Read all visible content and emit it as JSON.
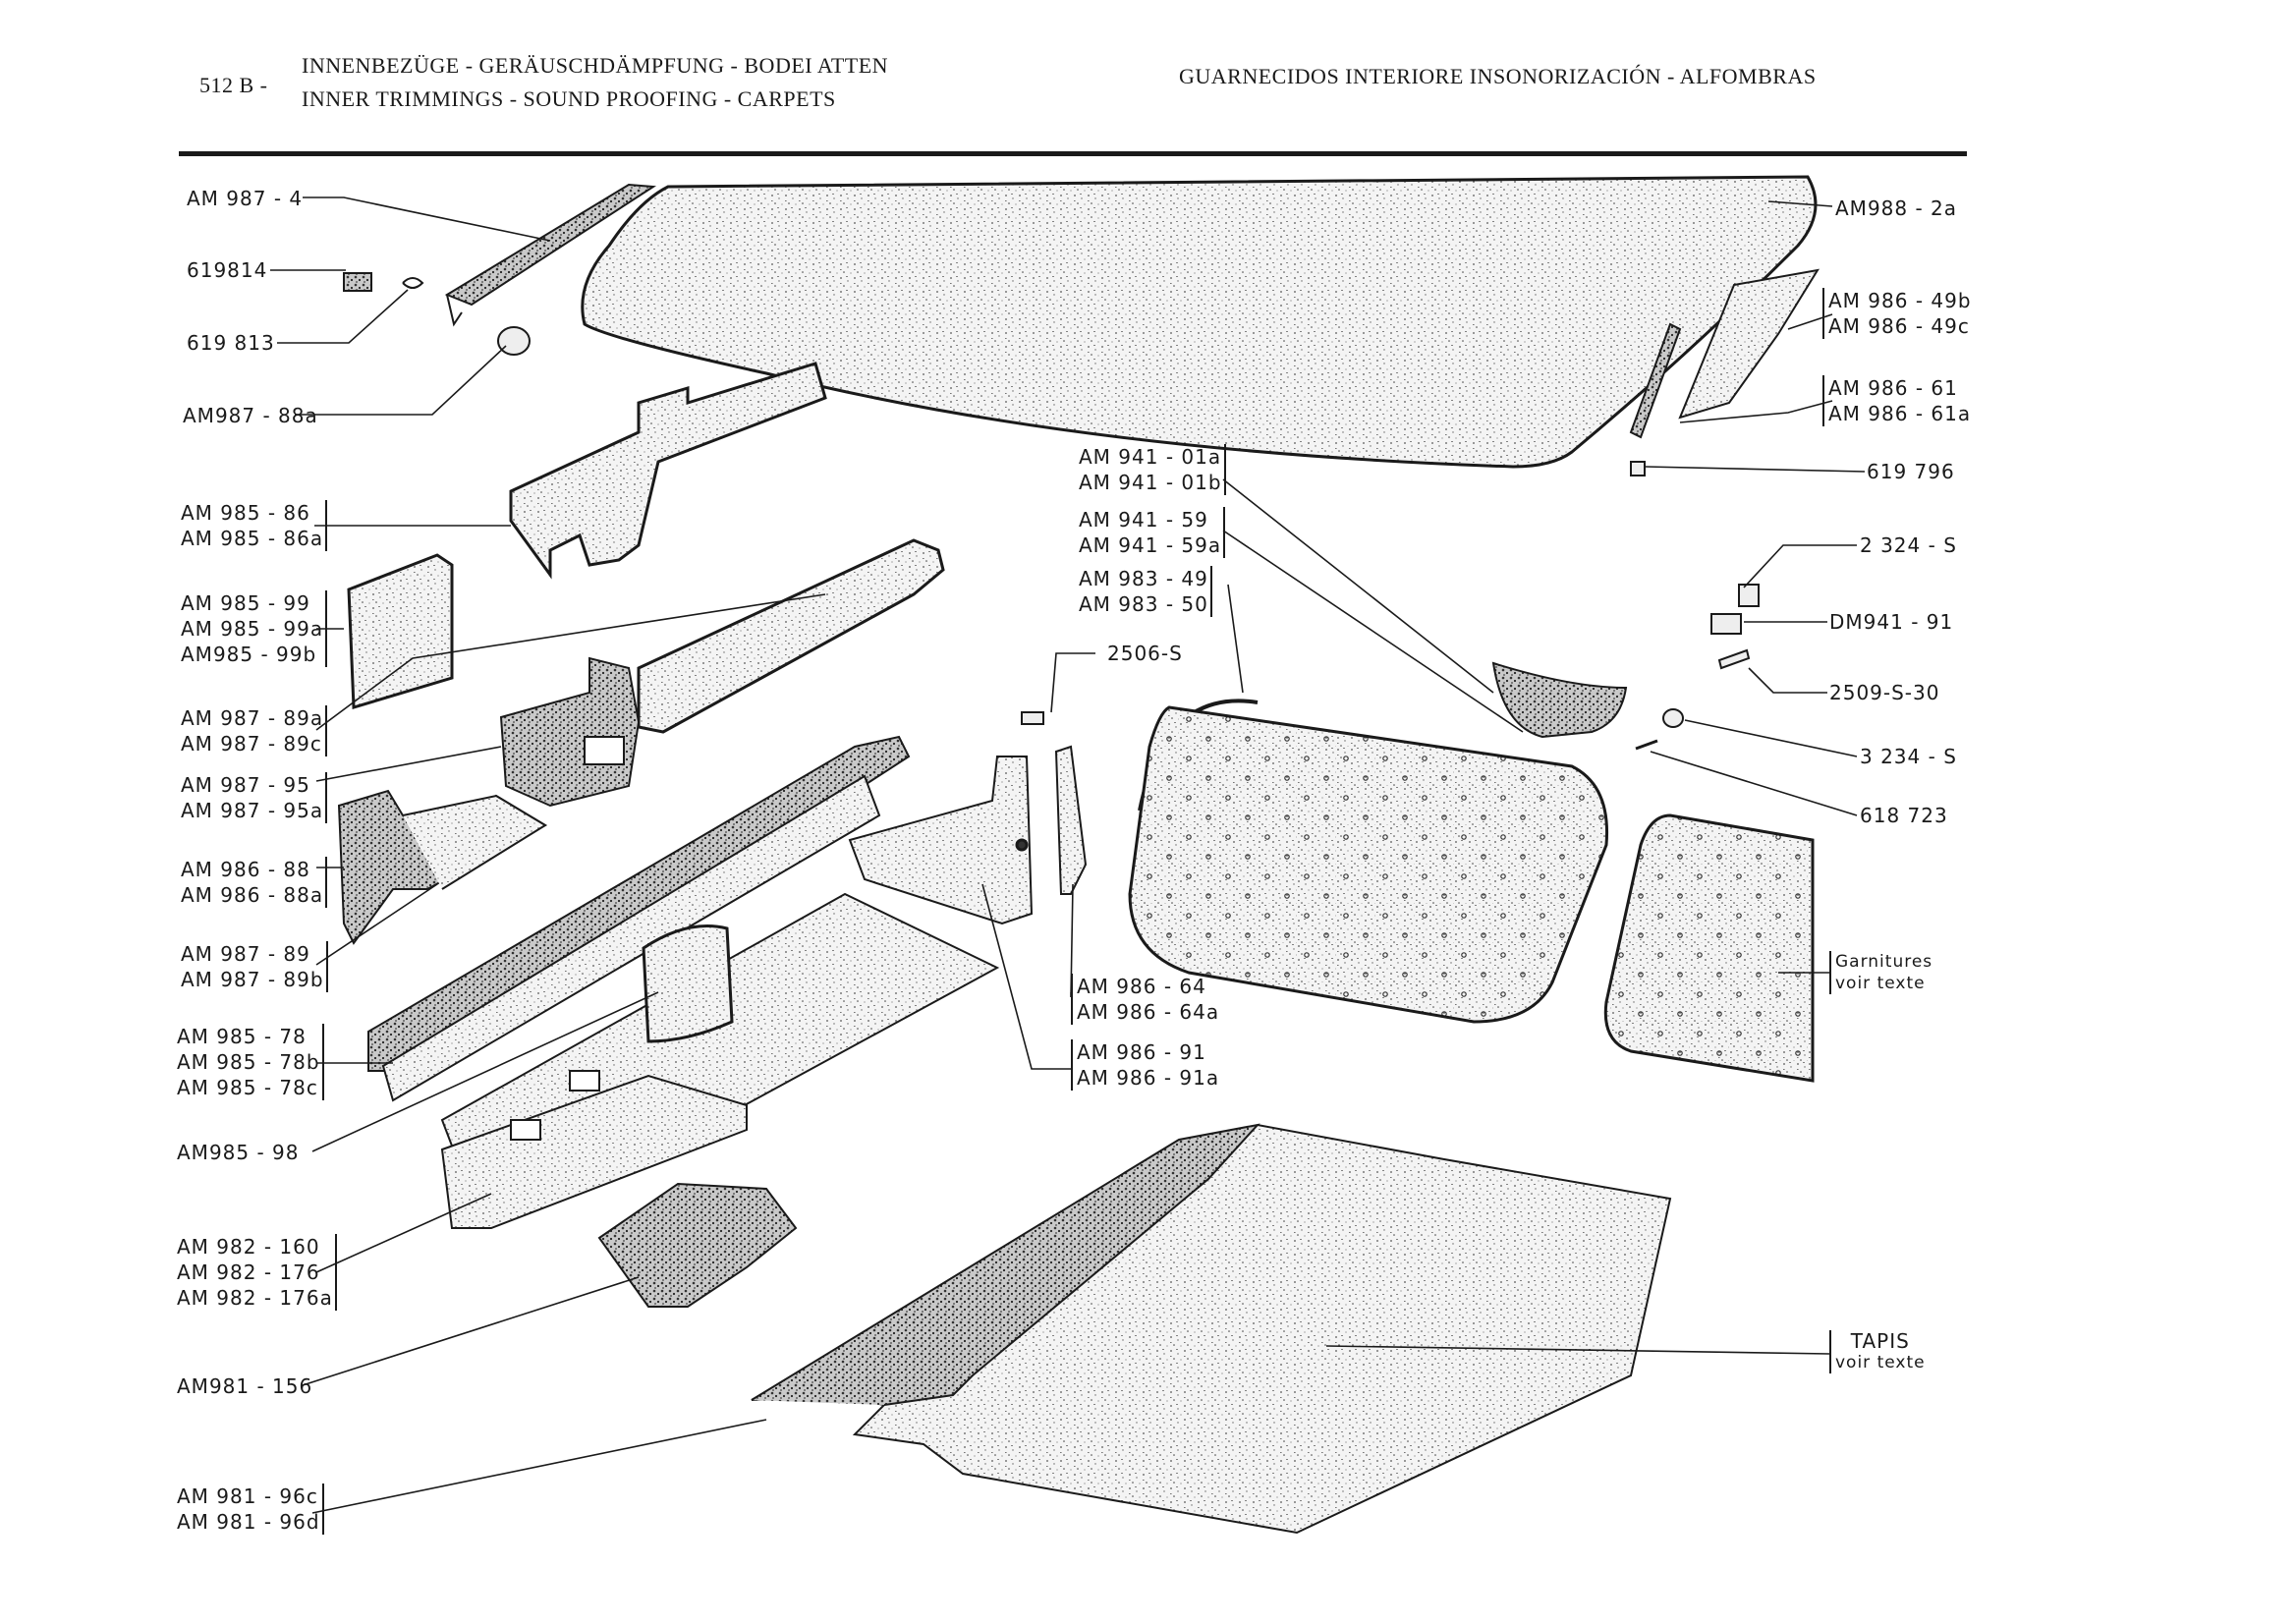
{
  "header": {
    "page_code": "512 B -",
    "german": "INNENBEZÜGE - GERÄUSCHDÄMPFUNG - BODEI   ATTEN",
    "english": "INNER TRIMMINGS - SOUND PROOFING - CARPETS",
    "spanish": "GUARNECIDOS INTERIORE    INSONORIZACIÓN - ALFOMBRAS"
  },
  "labels_left": {
    "am987_4": "AM 987 - 4",
    "p619814": "619814",
    "p619813": "619 813",
    "am987_88a": "AM987 - 88a",
    "am985_86": [
      "AM 985 - 86",
      "AM 985 - 86a"
    ],
    "am985_99": [
      "AM 985 - 99",
      "AM 985 - 99a",
      "AM985 - 99b"
    ],
    "am987_89a": [
      "AM 987 - 89a",
      "AM 987 - 89c"
    ],
    "am987_95": [
      "AM 987 - 95",
      "AM 987 - 95a"
    ],
    "am986_88": [
      "AM 986 - 88",
      "AM 986 - 88a"
    ],
    "am987_89": [
      "AM 987 - 89",
      "AM 987 - 89b"
    ],
    "am985_78": [
      "AM 985 - 78",
      "AM 985 - 78b",
      "AM 985 - 78c"
    ],
    "am985_98": "AM985 - 98",
    "am982": [
      "AM 982 - 160",
      "AM 982 - 176",
      "AM 982 - 176a"
    ],
    "am981_156": "AM981 - 156",
    "am981_96": [
      "AM 981 - 96c",
      "AM 981 - 96d"
    ]
  },
  "labels_center": {
    "am941_01": [
      "AM 941 - 01a",
      "AM 941 - 01b"
    ],
    "am941_59": [
      "AM 941 - 59",
      "AM 941 - 59a"
    ],
    "am983": [
      "AM 983 - 49",
      "AM 983 - 50"
    ],
    "p2506s": "2506-S",
    "am986_64": [
      "AM 986 - 64",
      "AM 986 - 64a"
    ],
    "am986_91": [
      "AM 986 - 91",
      "AM 986 - 91a"
    ]
  },
  "labels_right": {
    "am988": "AM988 - 2a",
    "am986_49": [
      "AM 986 - 49b",
      "AM 986 - 49c"
    ],
    "am986_61": [
      "AM 986 - 61",
      "AM 986 - 61a"
    ],
    "p619796": "619 796",
    "p2324s": "2 324 - S",
    "dm941": "DM941 - 91",
    "p2509": "2509-S-30",
    "p3234": "3 234 - S",
    "p618723": "618 723",
    "garnitures": [
      "Garnitures",
      "voir texte"
    ],
    "tapis": [
      "TAPIS",
      "voir texte"
    ]
  }
}
